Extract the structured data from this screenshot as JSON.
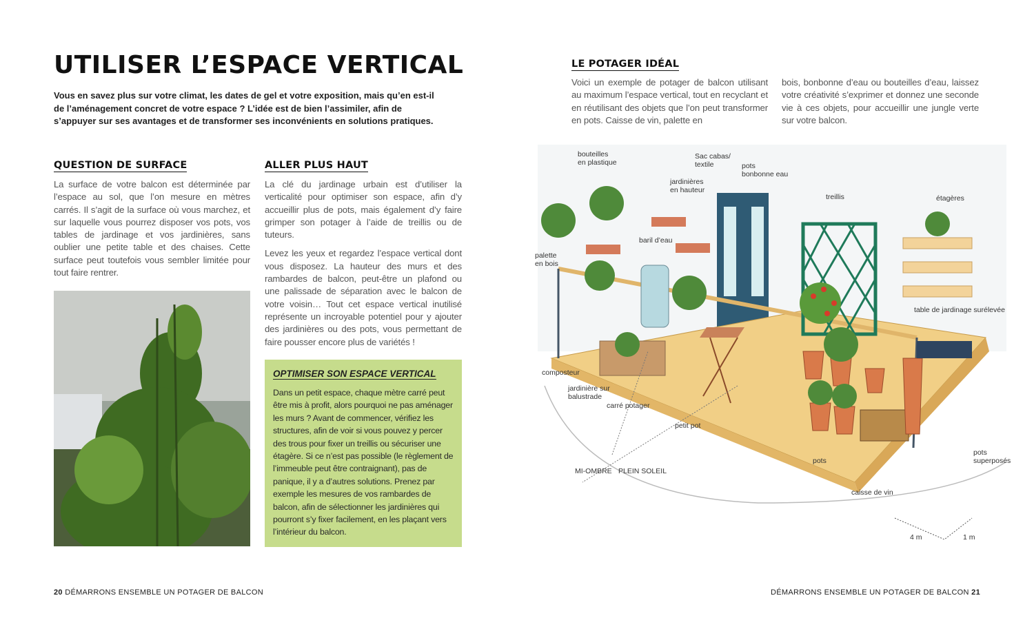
{
  "left_page": {
    "title": "UTILISER L’ESPACE VERTICAL",
    "intro": "Vous en savez plus sur votre climat, les dates de gel et votre exposition, mais qu’en est-il de l’aménagement concret de votre espace ? L’idée est de bien l’assimiler, afin de s’appuyer sur ses avantages et de transformer ses inconvénients en solutions pratiques.",
    "section1": {
      "heading": "QUESTION DE SURFACE",
      "text": "La surface de votre balcon est déterminée par l’espace au sol, que l’on mesure en mètres carrés. Il s’agit de la surface où vous marchez, et sur laquelle vous pourrez disposer vos pots, vos tables de jardinage et vos jardinières, sans oublier une petite table et des chaises. Cette surface peut toutefois vous sembler limitée pour tout faire rentrer."
    },
    "section2": {
      "heading": "ALLER PLUS HAUT",
      "p1": "La clé du jardinage urbain est d’utiliser la verticalité pour optimiser son espace, afin d’y accueillir plus de pots, mais également d’y faire grimper son potager à l’aide de treillis ou de tuteurs.",
      "p2": "Levez les yeux et regardez l’espace vertical dont vous disposez. La hauteur des murs et des rambardes de balcon, peut-être un plafond ou une palissade de séparation avec le balcon de votre voisin… Tout cet espace vertical inutilisé représente un incroyable potentiel pour y ajouter des jardinières ou des pots, vous permettant de faire pousser encore plus de variétés !"
    },
    "box": {
      "title": "OPTIMISER SON ESPACE VERTICAL",
      "text": "Dans un petit espace, chaque mètre carré peut être mis à profit, alors pourquoi ne pas aménager les murs ? Avant de commencer, vérifiez les structures, afin de voir si vous pouvez y percer des trous pour fixer un treillis ou sécuriser une étagère. Si ce n’est pas possible (le règlement de l’immeuble peut être contraignant), pas de panique, il y a d’autres solutions. Prenez par exemple les mesures de vos rambardes de balcon, afin de sélectionner les jardinières qui pourront s’y fixer facilement, en les plaçant vers l’intérieur du balcon.",
      "color": "#c6dc8c"
    },
    "footer": {
      "page": "20",
      "text": "DÉMARRONS ENSEMBLE UN POTAGER DE BALCON"
    }
  },
  "right_page": {
    "heading": "LE POTAGER IDÉAL",
    "col1": "Voici un exemple de potager de balcon utilisant au maximum l’espace vertical, tout en recyclant et en réutilisant des objets que l’on peut transformer en pots. Caisse de vin, palette en",
    "col2": "bois, bonbonne d’eau ou bouteilles d’eau, laissez votre créativité s’exprimer et donnez une seconde vie à ces objets, pour accueillir une jungle verte sur votre balcon.",
    "labels": {
      "bouteilles": "bouteilles\nen plastique",
      "sac": "Sac cabas/\ntextile",
      "bonbonne": "pots\nbonbonne eau",
      "jardinieres": "jardinières\nen hauteur",
      "treillis": "treillis",
      "etageres": "étagères",
      "palette": "palette\nen bois",
      "baril": "baril d’eau",
      "table": "table de jardinage surélevée",
      "composteur": "composteur",
      "balustrade": "jardinière sur\nbalustrade",
      "carre": "carré potager",
      "petitpot": "petit pot",
      "miombre": "MI-OMBRE",
      "pleinsoleil": "PLEIN SOLEIL",
      "pots": "pots",
      "superposes": "pots\nsuperposés",
      "caisse": "caisse de vin",
      "scale4": "4 m",
      "scale1": "1 m"
    },
    "footer": {
      "page": "21",
      "text": "DÉMARRONS ENSEMBLE UN POTAGER DE BALCON"
    }
  }
}
